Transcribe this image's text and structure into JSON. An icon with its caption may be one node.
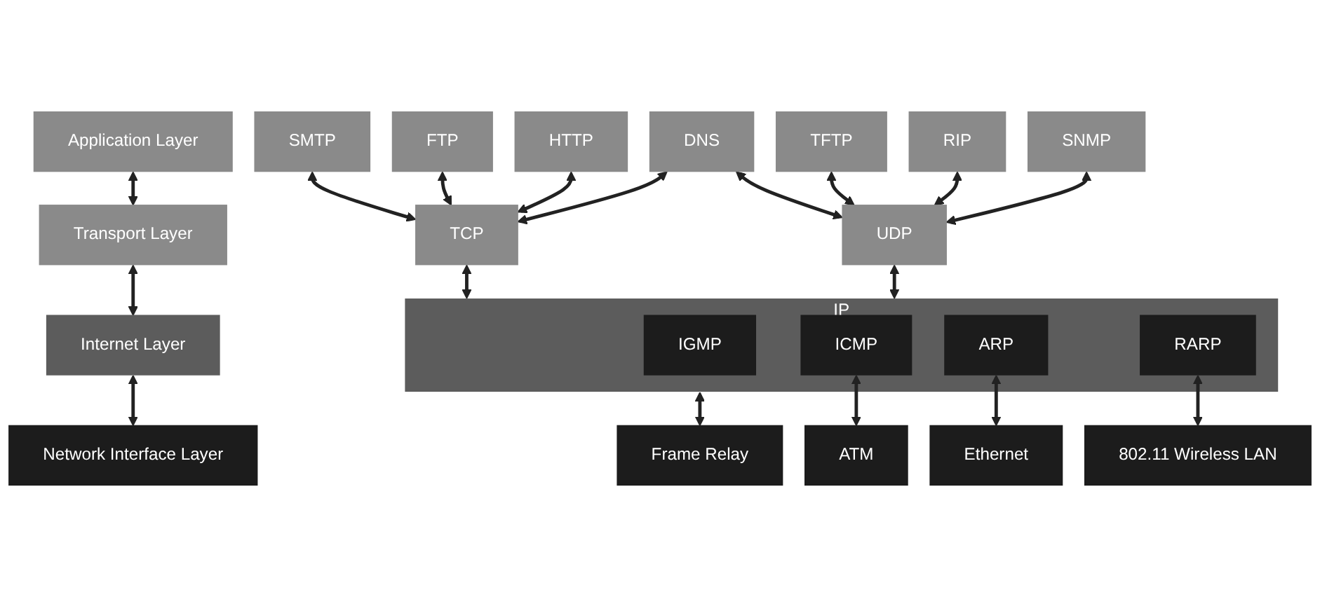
{
  "diagram": {
    "nodes": [
      {
        "text": [
          "Application Layer"
        ]
      },
      {
        "text": [
          "SMTP"
        ]
      },
      {
        "text": [
          "FTP"
        ]
      },
      {
        "text": [
          "HTTP"
        ]
      },
      {
        "text": [
          "DNS"
        ]
      },
      {
        "text": [
          "TFTP"
        ]
      },
      {
        "text": [
          "RIP"
        ]
      },
      {
        "text": [
          "SNMP"
        ]
      },
      {
        "text": [
          "Transport Layer"
        ]
      },
      {
        "text": [
          "TCP"
        ]
      },
      {
        "text": [
          "UDP"
        ]
      },
      {
        "text": [
          "Internet Layer"
        ]
      },
      {
        "text": [
          "IP"
        ]
      },
      {
        "text": [
          "IGMP"
        ],
        "in": 12
      },
      {
        "text": [
          "ICMP"
        ],
        "in": 12
      },
      {
        "text": [
          "ARP"
        ],
        "in": 12
      },
      {
        "text": [
          "RARP"
        ],
        "in": 12
      },
      {
        "text": [
          "Network Interface Layer"
        ]
      },
      {
        "text": [
          "Ethernet"
        ]
      },
      {
        "text": [
          "802.11 Wireless LAN"
        ]
      },
      {
        "text": [
          "Frame Relay"
        ]
      },
      {
        "text": [
          "ATM"
        ]
      }
    ],
    "edges": [
      {
        "from": 0,
        "to": 8,
        "arrow": "both"
      },
      {
        "from": 8,
        "to": 11,
        "arrow": "both"
      },
      {
        "from": 11,
        "to": 17,
        "arrow": "both"
      },
      {
        "from": 1,
        "to": 9,
        "arrow": "both"
      },
      {
        "from": 2,
        "to": 9,
        "arrow": "both"
      },
      {
        "from": 3,
        "to": 9,
        "arrow": "both"
      },
      {
        "from": 4,
        "to": 9,
        "arrow": "both"
      },
      {
        "from": 4,
        "to": 10,
        "arrow": "both"
      },
      {
        "from": 5,
        "to": 10,
        "arrow": "both"
      },
      {
        "from": 6,
        "to": 10,
        "arrow": "both"
      },
      {
        "from": 7,
        "to": 10,
        "arrow": "both"
      },
      {
        "from": 9,
        "to": 12,
        "arrow": "both"
      },
      {
        "from": 10,
        "to": 12,
        "arrow": "both"
      },
      {
        "from": 15,
        "to": 18,
        "arrow": "both"
      },
      {
        "from": 16,
        "to": 19,
        "arrow": "both"
      },
      {
        "from": 12,
        "to": 20,
        "arrow": "both"
      },
      {
        "from": 14,
        "to": 21,
        "arrow": "both"
      }
    ]
  }
}
